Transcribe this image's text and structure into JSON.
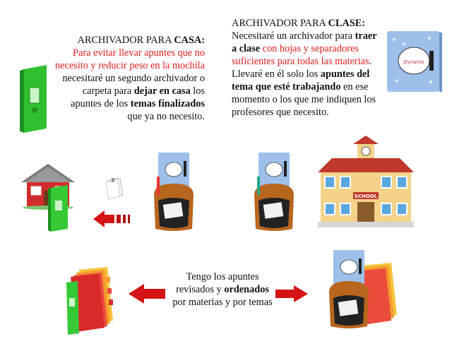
{
  "casa": {
    "heading_prefix": "ARCHIVADOR PARA ",
    "heading_bold": "CASA:",
    "red_text": "Para evitar llevar apuntes que no necesito y reducir peso en la mochila",
    "t1": " necesitaré un segundo archivador o carpeta para ",
    "b1": "dejar en casa",
    "t2": " los apuntes de los ",
    "b2": "temas finalizados",
    "t3": " que ya no necesito."
  },
  "clase": {
    "heading_prefix": "ARCHIVADOR PARA ",
    "heading_bold": "CLASE:",
    "t1": "Necesitaré un archivador para ",
    "b1": "traer a clase",
    "red_text": " con hojas y separadores suficientes para todas las materias",
    "t2": ". Llevaré en él solo los ",
    "b2": "apuntes del tema que esté trabajando",
    "t3": " en ese momento o los que me indiquen los profesores que necesito."
  },
  "bottom": {
    "t1": "Tengo los apuntes revisados y ",
    "b1": "ordenados",
    "t2": " por materias y por temas"
  },
  "school_sign": "SCHOOL",
  "binder_label": "Dynamo",
  "colors": {
    "green_binder": "#35c935",
    "red_accent": "#e21d1d",
    "arrow_red": "#d41414",
    "blue_binder": "#8fb6e6",
    "backpack": "#b8651e"
  }
}
